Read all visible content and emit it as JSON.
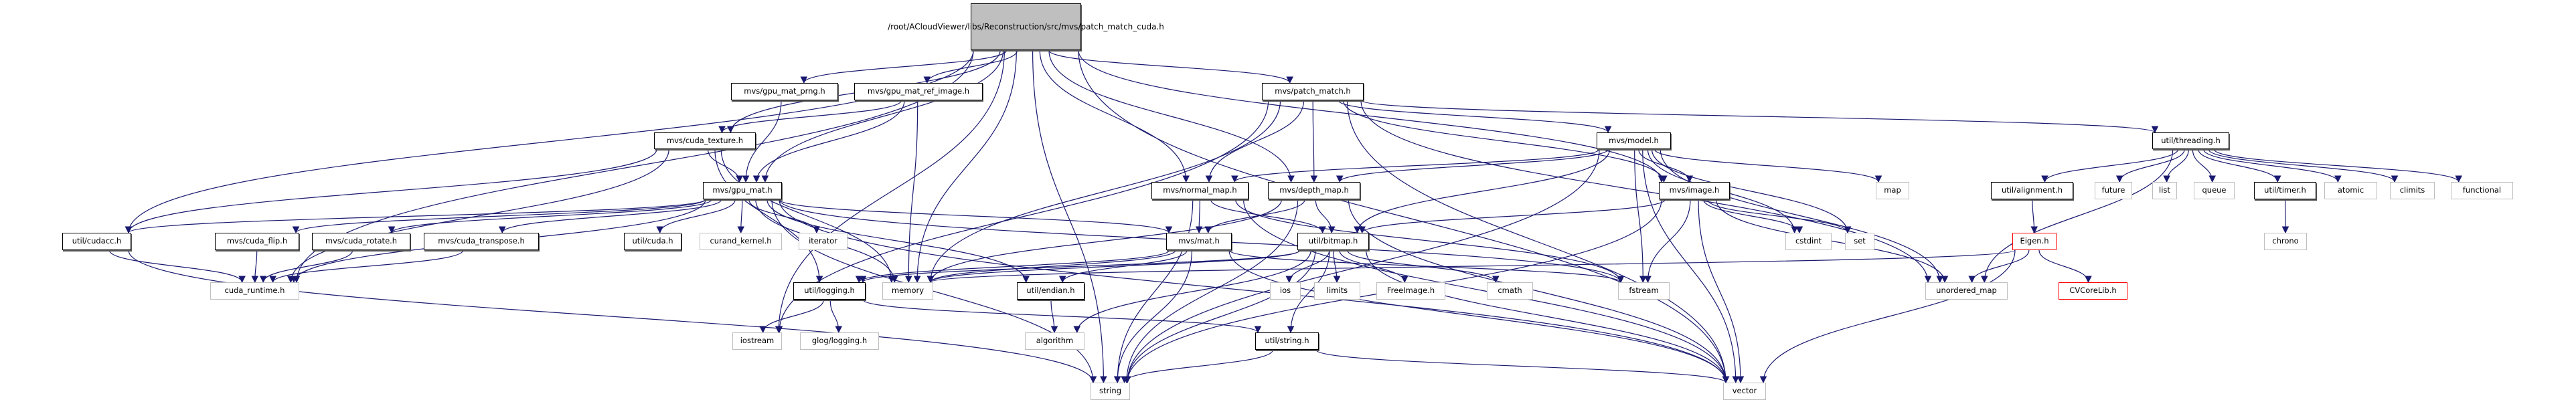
{
  "graph": {
    "type": "include-dependency-graph",
    "root": {
      "id": "root",
      "label_lines": [
        "/root/ACloudViewer",
        "/libs/Reconstruction",
        "/src/mvs/patch_match",
        "_cuda.h"
      ]
    },
    "nodes": [
      {
        "id": "gpu_mat_prng",
        "label": "mvs/gpu_mat_prng.h",
        "kind": "internal"
      },
      {
        "id": "gpu_mat_ref_image",
        "label": "mvs/gpu_mat_ref_image.h",
        "kind": "internal"
      },
      {
        "id": "patch_match",
        "label": "mvs/patch_match.h",
        "kind": "internal"
      },
      {
        "id": "cuda_texture",
        "label": "mvs/cuda_texture.h",
        "kind": "internal"
      },
      {
        "id": "model",
        "label": "mvs/model.h",
        "kind": "internal"
      },
      {
        "id": "threading",
        "label": "util/threading.h",
        "kind": "internal"
      },
      {
        "id": "gpu_mat",
        "label": "mvs/gpu_mat.h",
        "kind": "internal"
      },
      {
        "id": "normal_map",
        "label": "mvs/normal_map.h",
        "kind": "internal"
      },
      {
        "id": "depth_map",
        "label": "mvs/depth_map.h",
        "kind": "internal"
      },
      {
        "id": "image",
        "label": "mvs/image.h",
        "kind": "internal"
      },
      {
        "id": "map",
        "label": "map",
        "kind": "external"
      },
      {
        "id": "alignment",
        "label": "util/alignment.h",
        "kind": "internal"
      },
      {
        "id": "future",
        "label": "future",
        "kind": "external"
      },
      {
        "id": "list",
        "label": "list",
        "kind": "external"
      },
      {
        "id": "queue",
        "label": "queue",
        "kind": "external"
      },
      {
        "id": "timer",
        "label": "util/timer.h",
        "kind": "internal"
      },
      {
        "id": "atomic",
        "label": "atomic",
        "kind": "external"
      },
      {
        "id": "climits",
        "label": "climits",
        "kind": "external"
      },
      {
        "id": "functional",
        "label": "functional",
        "kind": "external"
      },
      {
        "id": "cudacc",
        "label": "util/cudacc.h",
        "kind": "internal"
      },
      {
        "id": "cuda_flip",
        "label": "mvs/cuda_flip.h",
        "kind": "internal"
      },
      {
        "id": "cuda_rotate",
        "label": "mvs/cuda_rotate.h",
        "kind": "internal"
      },
      {
        "id": "cuda_transpose",
        "label": "mvs/cuda_transpose.h",
        "kind": "internal"
      },
      {
        "id": "util_cuda",
        "label": "util/cuda.h",
        "kind": "internal"
      },
      {
        "id": "curand_kernel",
        "label": "curand_kernel.h",
        "kind": "external"
      },
      {
        "id": "iterator",
        "label": "iterator",
        "kind": "external"
      },
      {
        "id": "mat",
        "label": "mvs/mat.h",
        "kind": "internal"
      },
      {
        "id": "bitmap",
        "label": "util/bitmap.h",
        "kind": "internal"
      },
      {
        "id": "cstdint",
        "label": "cstdint",
        "kind": "external"
      },
      {
        "id": "set",
        "label": "set",
        "kind": "external"
      },
      {
        "id": "eigen",
        "label": "Eigen.h",
        "kind": "missing"
      },
      {
        "id": "chrono",
        "label": "chrono",
        "kind": "external"
      },
      {
        "id": "cuda_runtime",
        "label": "cuda_runtime.h",
        "kind": "external"
      },
      {
        "id": "logging",
        "label": "util/logging.h",
        "kind": "internal"
      },
      {
        "id": "memory",
        "label": "memory",
        "kind": "external"
      },
      {
        "id": "endian",
        "label": "util/endian.h",
        "kind": "internal"
      },
      {
        "id": "ios",
        "label": "ios",
        "kind": "external"
      },
      {
        "id": "limits",
        "label": "limits",
        "kind": "external"
      },
      {
        "id": "freeimage",
        "label": "FreeImage.h",
        "kind": "external"
      },
      {
        "id": "cmath",
        "label": "cmath",
        "kind": "external"
      },
      {
        "id": "fstream",
        "label": "fstream",
        "kind": "external"
      },
      {
        "id": "unordered_map",
        "label": "unordered_map",
        "kind": "external"
      },
      {
        "id": "cvcorelib",
        "label": "CVCoreLib.h",
        "kind": "missing"
      },
      {
        "id": "iostream",
        "label": "iostream",
        "kind": "external"
      },
      {
        "id": "glog",
        "label": "glog/logging.h",
        "kind": "external"
      },
      {
        "id": "algorithm",
        "label": "algorithm",
        "kind": "external"
      },
      {
        "id": "util_string",
        "label": "util/string.h",
        "kind": "internal"
      },
      {
        "id": "string",
        "label": "string",
        "kind": "external"
      },
      {
        "id": "vector",
        "label": "vector",
        "kind": "external"
      }
    ],
    "edges": [
      [
        "root",
        "gpu_mat_prng"
      ],
      [
        "root",
        "gpu_mat_ref_image"
      ],
      [
        "root",
        "patch_match"
      ],
      [
        "root",
        "cuda_texture"
      ],
      [
        "root",
        "gpu_mat"
      ],
      [
        "root",
        "normal_map"
      ],
      [
        "root",
        "depth_map"
      ],
      [
        "root",
        "image"
      ],
      [
        "root",
        "memory"
      ],
      [
        "root",
        "cudacc"
      ],
      [
        "root",
        "cuda_runtime"
      ],
      [
        "root",
        "iostream"
      ],
      [
        "root",
        "vector"
      ],
      [
        "root",
        "string"
      ],
      [
        "gpu_mat_prng",
        "gpu_mat"
      ],
      [
        "gpu_mat_ref_image",
        "cuda_texture"
      ],
      [
        "gpu_mat_ref_image",
        "gpu_mat"
      ],
      [
        "gpu_mat_ref_image",
        "memory"
      ],
      [
        "patch_match",
        "model"
      ],
      [
        "patch_match",
        "threading"
      ],
      [
        "patch_match",
        "normal_map"
      ],
      [
        "patch_match",
        "depth_map"
      ],
      [
        "patch_match",
        "image"
      ],
      [
        "patch_match",
        "iostream"
      ],
      [
        "patch_match",
        "memory"
      ],
      [
        "patch_match",
        "vector"
      ],
      [
        "patch_match",
        "unordered_map"
      ],
      [
        "cuda_texture",
        "gpu_mat"
      ],
      [
        "cuda_texture",
        "cudacc"
      ],
      [
        "cuda_texture",
        "cuda_runtime"
      ],
      [
        "cuda_texture",
        "logging"
      ],
      [
        "cuda_texture",
        "memory"
      ],
      [
        "model",
        "image"
      ],
      [
        "model",
        "normal_map"
      ],
      [
        "model",
        "depth_map"
      ],
      [
        "model",
        "map"
      ],
      [
        "model",
        "cstdint"
      ],
      [
        "model",
        "set"
      ],
      [
        "model",
        "fstream"
      ],
      [
        "model",
        "unordered_map"
      ],
      [
        "model",
        "string"
      ],
      [
        "model",
        "vector"
      ],
      [
        "model",
        "bitmap"
      ],
      [
        "threading",
        "alignment"
      ],
      [
        "threading",
        "future"
      ],
      [
        "threading",
        "list"
      ],
      [
        "threading",
        "queue"
      ],
      [
        "threading",
        "timer"
      ],
      [
        "threading",
        "atomic"
      ],
      [
        "threading",
        "climits"
      ],
      [
        "threading",
        "functional"
      ],
      [
        "threading",
        "unordered_map"
      ],
      [
        "gpu_mat",
        "cudacc"
      ],
      [
        "gpu_mat",
        "cuda_flip"
      ],
      [
        "gpu_mat",
        "cuda_rotate"
      ],
      [
        "gpu_mat",
        "cuda_transpose"
      ],
      [
        "gpu_mat",
        "util_cuda"
      ],
      [
        "gpu_mat",
        "curand_kernel"
      ],
      [
        "gpu_mat",
        "iterator"
      ],
      [
        "gpu_mat",
        "mat"
      ],
      [
        "gpu_mat",
        "memory"
      ],
      [
        "gpu_mat",
        "endian"
      ],
      [
        "gpu_mat",
        "cuda_runtime"
      ],
      [
        "gpu_mat",
        "string"
      ],
      [
        "gpu_mat",
        "fstream"
      ],
      [
        "gpu_mat",
        "vector"
      ],
      [
        "normal_map",
        "mat"
      ],
      [
        "normal_map",
        "bitmap"
      ],
      [
        "normal_map",
        "string"
      ],
      [
        "normal_map",
        "vector"
      ],
      [
        "normal_map",
        "fstream"
      ],
      [
        "depth_map",
        "mat"
      ],
      [
        "depth_map",
        "bitmap"
      ],
      [
        "depth_map",
        "string"
      ],
      [
        "depth_map",
        "vector"
      ],
      [
        "depth_map",
        "memory"
      ],
      [
        "image",
        "bitmap"
      ],
      [
        "image",
        "cstdint"
      ],
      [
        "image",
        "set"
      ],
      [
        "image",
        "fstream"
      ],
      [
        "image",
        "string"
      ],
      [
        "image",
        "vector"
      ],
      [
        "image",
        "unordered_map"
      ],
      [
        "alignment",
        "eigen"
      ],
      [
        "timer",
        "chrono"
      ],
      [
        "cudacc",
        "cuda_runtime"
      ],
      [
        "cudacc",
        "string"
      ],
      [
        "cuda_flip",
        "cuda_runtime"
      ],
      [
        "cuda_rotate",
        "cuda_runtime"
      ],
      [
        "cuda_transpose",
        "cuda_runtime"
      ],
      [
        "mat",
        "logging"
      ],
      [
        "mat",
        "endian"
      ],
      [
        "mat",
        "fstream"
      ],
      [
        "mat",
        "string"
      ],
      [
        "mat",
        "vector"
      ],
      [
        "mat",
        "memory"
      ],
      [
        "bitmap",
        "ios"
      ],
      [
        "bitmap",
        "limits"
      ],
      [
        "bitmap",
        "freeimage"
      ],
      [
        "bitmap",
        "cmath"
      ],
      [
        "bitmap",
        "memory"
      ],
      [
        "bitmap",
        "string"
      ],
      [
        "bitmap",
        "vector"
      ],
      [
        "bitmap",
        "algorithm"
      ],
      [
        "bitmap",
        "util_string"
      ],
      [
        "bitmap",
        "logging"
      ],
      [
        "eigen",
        "unordered_map"
      ],
      [
        "eigen",
        "cvcorelib"
      ],
      [
        "eigen",
        "vector"
      ],
      [
        "eigen",
        "memory"
      ],
      [
        "logging",
        "iostream"
      ],
      [
        "logging",
        "glog"
      ],
      [
        "logging",
        "util_string"
      ],
      [
        "endian",
        "algorithm"
      ],
      [
        "util_string",
        "string"
      ],
      [
        "util_string",
        "vector"
      ]
    ]
  },
  "colors": {
    "edge": "#191970",
    "internal_border": "#000000",
    "external_border": "#bfbfbf",
    "missing_border": "#ff0000",
    "root_fill": "#bfbfbf"
  }
}
